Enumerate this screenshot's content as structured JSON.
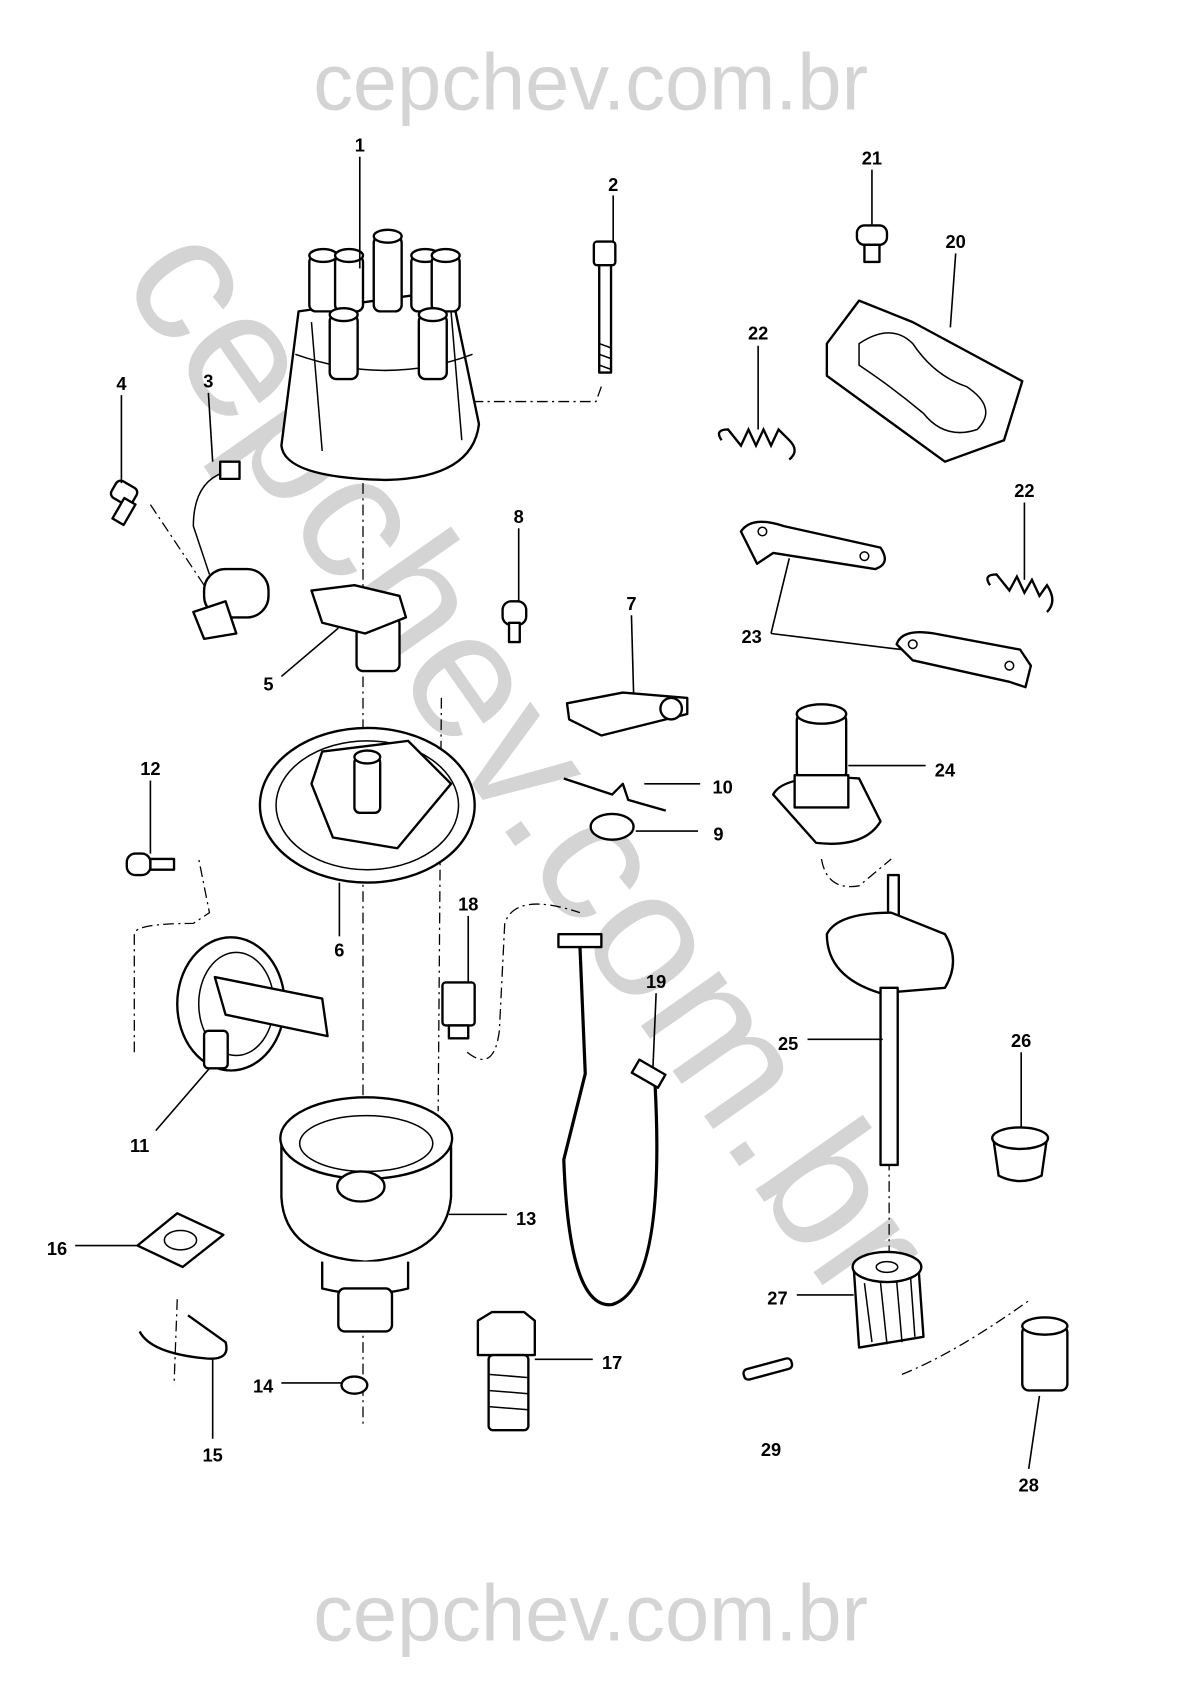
{
  "watermark": {
    "top": "cepchev.com.br",
    "diagonal": "cepchev.com.br",
    "bottom": "cepchev.com.br"
  },
  "labels": [
    "1",
    "2",
    "3",
    "4",
    "5",
    "6",
    "7",
    "8",
    "9",
    "10",
    "11",
    "12",
    "13",
    "14",
    "15",
    "16",
    "17",
    "18",
    "19",
    "20",
    "21",
    "22",
    "22",
    "23",
    "24",
    "25",
    "26",
    "27",
    "28",
    "29"
  ]
}
